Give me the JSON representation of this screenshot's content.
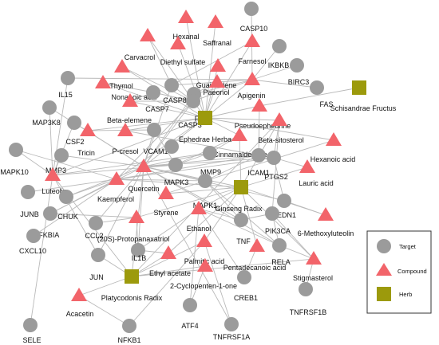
{
  "colors": {
    "target": "#9b9b9b",
    "compound": "#f2646a",
    "herb": "#9c9a0c",
    "edge": "#b9b9b9"
  },
  "legend": {
    "target": "Target",
    "compound": "Compound",
    "herb": "Herb"
  },
  "nodes": [
    {
      "id": "carvacrol",
      "label": "Carvacrol",
      "type": "compound"
    },
    {
      "id": "hexanal",
      "label": "Hexanal",
      "type": "compound"
    },
    {
      "id": "saffranal",
      "label": "Saffranal",
      "type": "compound"
    },
    {
      "id": "casp10",
      "label": "CASP10",
      "type": "target"
    },
    {
      "id": "diethyl",
      "label": "Diethyl sulfate",
      "type": "compound"
    },
    {
      "id": "guaiazulene",
      "label": "Guaiazulene",
      "type": "compound"
    },
    {
      "id": "farnesol",
      "label": "Farnesol",
      "type": "compound"
    },
    {
      "id": "ikbkb",
      "label": "IKBKB",
      "type": "target"
    },
    {
      "id": "thymol",
      "label": "Thymol",
      "type": "compound"
    },
    {
      "id": "birc3",
      "label": "BIRC3",
      "type": "target"
    },
    {
      "id": "il15",
      "label": "IL15",
      "type": "target"
    },
    {
      "id": "nonanoic",
      "label": "Nonanoic acid",
      "type": "compound"
    },
    {
      "id": "casp8",
      "label": "CASP8",
      "type": "target"
    },
    {
      "id": "paeonol",
      "label": "Paeonol",
      "type": "compound"
    },
    {
      "id": "fas",
      "label": "FAS",
      "type": "target"
    },
    {
      "id": "casp7",
      "label": "CASP7",
      "type": "target"
    },
    {
      "id": "apigenin",
      "label": "Apigenin",
      "type": "compound"
    },
    {
      "id": "schisandrae",
      "label": "Schisandrae Fructus",
      "type": "herb"
    },
    {
      "id": "betaelemene",
      "label": "Beta-elemene",
      "type": "compound"
    },
    {
      "id": "fos",
      "label": "FOS",
      "type": "target"
    },
    {
      "id": "map3k8",
      "label": "MAP3K8",
      "type": "target"
    },
    {
      "id": "casp3",
      "label": "CASP3",
      "type": "target"
    },
    {
      "id": "ephedrae",
      "label": "Ephedrae Herba",
      "type": "herb"
    },
    {
      "id": "pseudo",
      "label": "Pseudoephedrine",
      "type": "compound"
    },
    {
      "id": "csf2",
      "label": "CSF2",
      "type": "target"
    },
    {
      "id": "betasito",
      "label": "Beta-sitosterol",
      "type": "compound"
    },
    {
      "id": "tricin",
      "label": "Tricin",
      "type": "compound"
    },
    {
      "id": "pcresol",
      "label": "P-cresol",
      "type": "compound"
    },
    {
      "id": "vcam1",
      "label": "VCAM1",
      "type": "target"
    },
    {
      "id": "cinnam",
      "label": "Cinnamaldehyde",
      "type": "compound"
    },
    {
      "id": "hexanoic",
      "label": "Hexanoic acid",
      "type": "compound"
    },
    {
      "id": "map3k8b",
      "label": "",
      "type": "target"
    },
    {
      "id": "mapk10",
      "label": "MAPK10",
      "type": "target"
    },
    {
      "id": "mmp3",
      "label": "MMP3",
      "type": "target"
    },
    {
      "id": "luteolin",
      "label": "Luteolin",
      "type": "compound"
    },
    {
      "id": "mmp9",
      "label": "MMP9",
      "type": "target"
    },
    {
      "id": "mapk3",
      "label": "MAPK3",
      "type": "target"
    },
    {
      "id": "icam1",
      "label": "ICAM1",
      "type": "target"
    },
    {
      "id": "ptgs2",
      "label": "PTGS2",
      "type": "target"
    },
    {
      "id": "lauric",
      "label": "Lauric acid",
      "type": "compound"
    },
    {
      "id": "quercetin",
      "label": "Quercetin",
      "type": "compound"
    },
    {
      "id": "kaempferol",
      "label": "Kaempferol",
      "type": "compound"
    },
    {
      "id": "ginseng",
      "label": "Ginseng Radix",
      "type": "herb"
    },
    {
      "id": "junb",
      "label": "JUNB",
      "type": "target"
    },
    {
      "id": "chuk",
      "label": "CHUK",
      "type": "target"
    },
    {
      "id": "styrene",
      "label": "Styrene",
      "type": "compound"
    },
    {
      "id": "mapk1",
      "label": "MAPK1",
      "type": "target"
    },
    {
      "id": "edn1",
      "label": "EDN1",
      "type": "target"
    },
    {
      "id": "methoxy",
      "label": "6-Methoxyluteolin",
      "type": "compound"
    },
    {
      "id": "proto",
      "label": "(20S)-Protopanaxatriol",
      "type": "compound"
    },
    {
      "id": "nfkbia",
      "label": "NFKBIA",
      "type": "target"
    },
    {
      "id": "ccl2",
      "label": "CCL2",
      "type": "target"
    },
    {
      "id": "ethanol",
      "label": "Ethanol",
      "type": "compound"
    },
    {
      "id": "tnf",
      "label": "TNF",
      "type": "target"
    },
    {
      "id": "pik3ca",
      "label": "PIK3CA",
      "type": "target"
    },
    {
      "id": "cxcl10",
      "label": "CXCL10",
      "type": "target"
    },
    {
      "id": "rela",
      "label": "RELA",
      "type": "target"
    },
    {
      "id": "stigma",
      "label": "Stigmasterol",
      "type": "compound"
    },
    {
      "id": "il1b",
      "label": "IL1B",
      "type": "target"
    },
    {
      "id": "palmitic",
      "label": "Palmitic acid",
      "type": "compound"
    },
    {
      "id": "ethylacetate",
      "label": "Ethyl acetate",
      "type": "compound"
    },
    {
      "id": "pentadec",
      "label": "Pentadecanoic acid",
      "type": "compound"
    },
    {
      "id": "jun",
      "label": "JUN",
      "type": "target"
    },
    {
      "id": "platy",
      "label": "Platycodonis Radix",
      "type": "herb"
    },
    {
      "id": "cyclopent",
      "label": "2-Cyclopenten-1-one",
      "type": "compound"
    },
    {
      "id": "creb1",
      "label": "CREB1",
      "type": "target"
    },
    {
      "id": "tnfrsf1b",
      "label": "TNFRSF1B",
      "type": "target"
    },
    {
      "id": "acacetin",
      "label": "Acacetin",
      "type": "compound"
    },
    {
      "id": "atf4",
      "label": "ATF4",
      "type": "target"
    },
    {
      "id": "sele",
      "label": "SELE",
      "type": "target"
    },
    {
      "id": "nfkb1",
      "label": "NFKB1",
      "type": "target"
    },
    {
      "id": "tnfrsf1a",
      "label": "TNFRSF1A",
      "type": "target"
    },
    {
      "id": "mmp3b",
      "label": "",
      "type": "target"
    }
  ],
  "edges": [
    [
      "ephedrae",
      "carvacrol"
    ],
    [
      "ephedrae",
      "hexanal"
    ],
    [
      "ephedrae",
      "saffranal"
    ],
    [
      "ephedrae",
      "diethyl"
    ],
    [
      "ephedrae",
      "guaiazulene"
    ],
    [
      "ephedrae",
      "farnesol"
    ],
    [
      "ephedrae",
      "thymol"
    ],
    [
      "ephedrae",
      "nonanoic"
    ],
    [
      "ephedrae",
      "paeonol"
    ],
    [
      "ephedrae",
      "apigenin"
    ],
    [
      "ephedrae",
      "betaelemene"
    ],
    [
      "ephedrae",
      "pseudo"
    ],
    [
      "ephedrae",
      "tricin"
    ],
    [
      "ephedrae",
      "pcresol"
    ],
    [
      "ephedrae",
      "cinnam"
    ],
    [
      "ephedrae",
      "luteolin"
    ],
    [
      "ephedrae",
      "quercetin"
    ],
    [
      "ephedrae",
      "kaempferol"
    ],
    [
      "ephedrae",
      "betasito"
    ],
    [
      "ephedrae",
      "hexanoic"
    ],
    [
      "ginseng",
      "betasito"
    ],
    [
      "ginseng",
      "proto"
    ],
    [
      "ginseng",
      "ethanol"
    ],
    [
      "ginseng",
      "stigma"
    ],
    [
      "ginseng",
      "palmitic"
    ],
    [
      "ginseng",
      "pentadec"
    ],
    [
      "ginseng",
      "lauric"
    ],
    [
      "ginseng",
      "methoxy"
    ],
    [
      "ginseng",
      "kaempferol"
    ],
    [
      "ginseng",
      "quercetin"
    ],
    [
      "ginseng",
      "styrene"
    ],
    [
      "ginseng",
      "cinnam"
    ],
    [
      "platy",
      "acacetin"
    ],
    [
      "platy",
      "ethylacetate"
    ],
    [
      "platy",
      "palmitic"
    ],
    [
      "platy",
      "cyclopent"
    ],
    [
      "platy",
      "luteolin"
    ],
    [
      "platy",
      "stigma"
    ],
    [
      "platy",
      "betasito"
    ],
    [
      "platy",
      "quercetin"
    ],
    [
      "quercetin",
      "mapk1"
    ],
    [
      "quercetin",
      "mapk3"
    ],
    [
      "quercetin",
      "ptgs2"
    ],
    [
      "quercetin",
      "mmp9"
    ],
    [
      "quercetin",
      "icam1"
    ],
    [
      "quercetin",
      "vcam1"
    ],
    [
      "quercetin",
      "casp3"
    ],
    [
      "quercetin",
      "fos"
    ],
    [
      "quercetin",
      "jun"
    ],
    [
      "quercetin",
      "il1b"
    ],
    [
      "quercetin",
      "tnf"
    ],
    [
      "quercetin",
      "rela"
    ],
    [
      "quercetin",
      "ccl2"
    ],
    [
      "quercetin",
      "mmp3"
    ],
    [
      "quercetin",
      "chuk"
    ],
    [
      "quercetin",
      "edn1"
    ],
    [
      "quercetin",
      "nfkbia"
    ],
    [
      "quercetin",
      "casp8"
    ],
    [
      "quercetin",
      "map3k8"
    ],
    [
      "quercetin",
      "csf2"
    ],
    [
      "kaempferol",
      "mapk1"
    ],
    [
      "kaempferol",
      "ptgs2"
    ],
    [
      "kaempferol",
      "casp3"
    ],
    [
      "kaempferol",
      "icam1"
    ],
    [
      "kaempferol",
      "junb"
    ],
    [
      "kaempferol",
      "mapk10"
    ],
    [
      "kaempferol",
      "chuk"
    ],
    [
      "kaempferol",
      "cxcl10"
    ],
    [
      "luteolin",
      "mapk3"
    ],
    [
      "luteolin",
      "mmp9"
    ],
    [
      "luteolin",
      "mapk10"
    ],
    [
      "luteolin",
      "mmp3"
    ],
    [
      "luteolin",
      "il15"
    ],
    [
      "luteolin",
      "map3k8"
    ],
    [
      "luteolin",
      "jun"
    ],
    [
      "luteolin",
      "sele"
    ],
    [
      "apigenin",
      "casp3"
    ],
    [
      "apigenin",
      "casp8"
    ],
    [
      "apigenin",
      "fos"
    ],
    [
      "apigenin",
      "fas"
    ],
    [
      "apigenin",
      "ikbkb"
    ],
    [
      "apigenin",
      "birc3"
    ],
    [
      "apigenin",
      "casp10"
    ],
    [
      "paeonol",
      "fos"
    ],
    [
      "thymol",
      "casp3"
    ],
    [
      "carvacrol",
      "casp8"
    ],
    [
      "farnesol",
      "casp8"
    ],
    [
      "nonanoic",
      "casp7"
    ],
    [
      "betaelemene",
      "casp3"
    ],
    [
      "betaelemene",
      "casp7"
    ],
    [
      "tricin",
      "vcam1"
    ],
    [
      "pcresol",
      "icam1"
    ],
    [
      "styrene",
      "mapk1"
    ],
    [
      "ethanol",
      "tnf"
    ],
    [
      "ethanol",
      "il1b"
    ],
    [
      "ethanol",
      "creb1"
    ],
    [
      "ethanol",
      "atf4"
    ],
    [
      "proto",
      "ccl2"
    ],
    [
      "proto",
      "nfkbia"
    ],
    [
      "proto",
      "il1b"
    ],
    [
      "stigma",
      "pik3ca"
    ],
    [
      "stigma",
      "rela"
    ],
    [
      "stigma",
      "tnfrsf1b"
    ],
    [
      "palmitic",
      "tnfrsf1a"
    ],
    [
      "palmitic",
      "nfkb1"
    ],
    [
      "cyclopent",
      "atf4"
    ],
    [
      "pentadec",
      "creb1"
    ],
    [
      "methoxy",
      "edn1"
    ],
    [
      "lauric",
      "ptgs2"
    ],
    [
      "hexanoic",
      "mapk1"
    ],
    [
      "cinnam",
      "mmp9"
    ],
    [
      "cinnam",
      "mapk3"
    ],
    [
      "pseudo",
      "icam1"
    ],
    [
      "betasito",
      "pik3ca"
    ],
    [
      "betasito",
      "ptgs2"
    ],
    [
      "acacetin",
      "nfkb1"
    ],
    [
      "ethylacetate",
      "il1b"
    ],
    [
      "mapk1",
      "tnf"
    ],
    [
      "mapk1",
      "rela"
    ],
    [
      "pik3ca",
      "rela"
    ],
    [
      "ptgs2",
      "edn1"
    ],
    [
      "fos",
      "casp3"
    ],
    [
      "casp8",
      "casp3"
    ],
    [
      "casp7",
      "casp3"
    ],
    [
      "vcam1",
      "mapk3"
    ],
    [
      "icam1",
      "mapk1"
    ],
    [
      "mmp9",
      "mapk3"
    ],
    [
      "tnf",
      "pik3ca"
    ],
    [
      "schisandrae",
      "pseudo"
    ],
    [
      "ginseng",
      "ethylacetate"
    ],
    [
      "platy",
      "jun"
    ],
    [
      "luteolin",
      "csf2"
    ],
    [
      "quercetin",
      "tnfrsf1a"
    ],
    [
      "kaempferol",
      "nfkbia"
    ],
    [
      "ethanol",
      "rela"
    ],
    [
      "apigenin",
      "il15"
    ]
  ]
}
